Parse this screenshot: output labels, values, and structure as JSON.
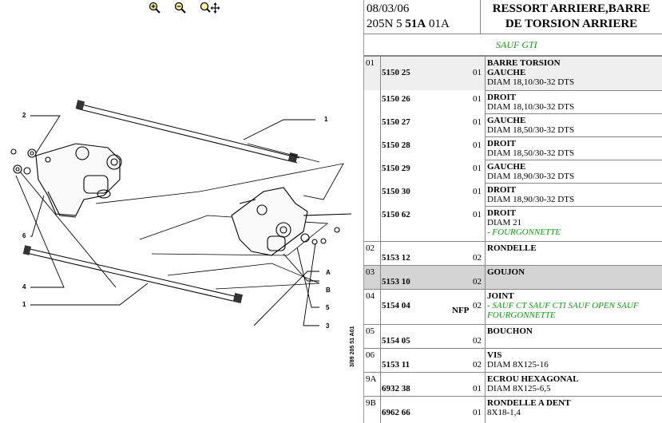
{
  "zoom": {
    "icons": [
      "zoom-in-icon",
      "zoom-out-icon",
      "zoom-move-icon"
    ]
  },
  "drawing": {
    "callouts": [
      "2",
      "1",
      "6",
      "4",
      "1",
      "A",
      "B",
      "5",
      "3"
    ],
    "ref_text": "3/89 205 51 A01"
  },
  "header": {
    "date": "08/03/06",
    "model_prefix": "205N 5 ",
    "model_code": "51A",
    "model_suffix": " 01A",
    "title_line1": "RESSORT ARRIERE,BARRE",
    "title_line2": "DE TORSION ARRIERE"
  },
  "sauf": "SAUF GTI",
  "rows": [
    {
      "grp": "01",
      "ref": "5150 25",
      "nfp": "",
      "qty": "01",
      "title": "BARRE TORSION",
      "lines": [
        "GAUCHE"
      ],
      "detail": "DIAM 18,10/30-32 DTS",
      "green": ""
    },
    {
      "grp": "",
      "ref": "5150 26",
      "nfp": "",
      "qty": "01",
      "title": "DROIT",
      "lines": [],
      "detail": "DIAM 18,10/30-32 DTS",
      "green": ""
    },
    {
      "grp": "",
      "ref": "5150 27",
      "nfp": "",
      "qty": "01",
      "title": "GAUCHE",
      "lines": [],
      "detail": "DIAM 18,50/30-32 DTS",
      "green": ""
    },
    {
      "grp": "",
      "ref": "5150 28",
      "nfp": "",
      "qty": "01",
      "title": "DROIT",
      "lines": [],
      "detail": "DIAM 18,50/30-32 DTS",
      "green": ""
    },
    {
      "grp": "",
      "ref": "5150 29",
      "nfp": "",
      "qty": "01",
      "title": "GAUCHE",
      "lines": [],
      "detail": "DIAM 18,90/30-32 DTS",
      "green": ""
    },
    {
      "grp": "",
      "ref": "5150 30",
      "nfp": "",
      "qty": "01",
      "title": "DROIT",
      "lines": [],
      "detail": "DIAM 18,90/30-32 DTS",
      "green": ""
    },
    {
      "grp": "",
      "ref": "5150 62",
      "nfp": "",
      "qty": "01",
      "title": "DROIT",
      "lines": [],
      "detail": "DIAM 21",
      "green": "- FOURGONNETTE"
    },
    {
      "grp": "02",
      "ref": "5153 12",
      "nfp": "",
      "qty": "02",
      "title": "RONDELLE",
      "lines": [],
      "detail": "",
      "green": ""
    },
    {
      "grp": "03",
      "ref": "5153 10",
      "nfp": "",
      "qty": "02",
      "title": "GOUJON",
      "lines": [],
      "detail": "",
      "green": ""
    },
    {
      "grp": "04",
      "ref": "5154 04",
      "nfp": "NFP",
      "qty": "02",
      "title": "JOINT",
      "lines": [],
      "detail": "",
      "green": "- SAUF CT SAUF CTI SAUF OPEN SAUF FOURGONNETTE"
    },
    {
      "grp": "05",
      "ref": "5154 05",
      "nfp": "",
      "qty": "02",
      "title": "BOUCHON",
      "lines": [],
      "detail": "",
      "green": ""
    },
    {
      "grp": "06",
      "ref": "5153 11",
      "nfp": "",
      "qty": "02",
      "title": "VIS",
      "lines": [],
      "detail": "DIAM 8X125-16",
      "green": ""
    },
    {
      "grp": "9A",
      "ref": "6932 38",
      "nfp": "",
      "qty": "01",
      "title": "ECROU HEXAGONAL",
      "lines": [],
      "detail": "DIAM 8X125-6,5",
      "green": ""
    },
    {
      "grp": "9B",
      "ref": "6962 66",
      "nfp": "",
      "qty": "01",
      "title": "RONDELLE A DENT",
      "lines": [],
      "detail": "8X18-1,4",
      "green": ""
    }
  ]
}
